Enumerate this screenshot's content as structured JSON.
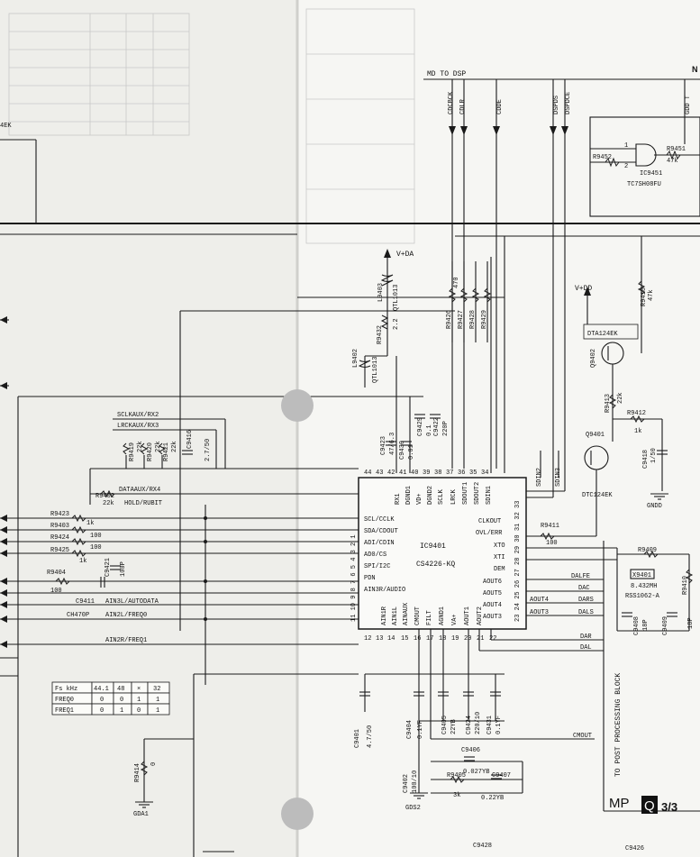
{
  "header": {
    "to_dsp": "MD  TO DSP",
    "top_right": "N"
  },
  "top_bus_labels": [
    "CDCBCK",
    "CDLR",
    "CDDE",
    "DSPDS",
    "DSPDCE",
    "GDD T"
  ],
  "left_edge_label": "4EK",
  "ic9451": {
    "name": "IC9451",
    "part": "TC7SH08FU",
    "r1": "R9452",
    "r2": "R9451",
    "r2_val": "47k",
    "pin1": "1",
    "pin2": "2"
  },
  "power": {
    "vdda": "V+DA",
    "vdd": "V+DD",
    "gndd": "GNDD",
    "gda1": "GDA1",
    "gds2": "GDS2"
  },
  "ic9401": {
    "name": "IC9401",
    "part": "CS4226-KQ",
    "left_pins": [
      "SCL/CCLK",
      "SDA/CDOUT",
      "ADI/CDIN",
      "AD0/CS",
      "SPI/I2C",
      "PDN",
      "AIN3R/AUDIO"
    ],
    "left_pin_nums": "11 10 9 8 7 6 5 4 3 2 1",
    "bottom_pins": [
      "AIN1R",
      "AIN1L",
      "AINAUX",
      "CMOUT",
      "FILT",
      "AGND1",
      "VA+",
      "AOUT1",
      "AOUT2"
    ],
    "bottom_nums": [
      "12",
      "13",
      "14",
      "15",
      "16",
      "17",
      "18",
      "19",
      "20",
      "21",
      "22"
    ],
    "top_pins": [
      "RX1",
      "DGND1",
      "VD+",
      "DGND2",
      "SCLK",
      "LRCK",
      "SDOUT1",
      "SDOUT2",
      "SDIN1"
    ],
    "top_nums": [
      "44",
      "43",
      "42",
      "41",
      "40",
      "39",
      "38",
      "37",
      "36",
      "35",
      "34"
    ],
    "right_pins": [
      "CLKOUT",
      "OVL/ERR",
      "XTO",
      "XTI",
      "DEM",
      "AOUT6",
      "AOUT5",
      "AOUT4",
      "AOUT3"
    ],
    "right_nums": "23 24 25 26 27 28 29 30 31 32 33"
  },
  "resistors_top": [
    "R9426",
    "R9427",
    "R9428",
    "R9429"
  ],
  "resistors_top_val": "470",
  "l9403": {
    "name": "L9403",
    "part": "QTL1013"
  },
  "r9432": {
    "name": "R9432",
    "val": "2.2"
  },
  "l9402": {
    "name": "L9402",
    "part": "QTL1013"
  },
  "caps_top": [
    {
      "name": "C9423",
      "val": "47/6.3"
    },
    {
      "name": "C9430",
      "val": "0.01"
    },
    {
      "name": "C9429",
      "val": "0.1"
    },
    {
      "name": "C9422",
      "val": "220P"
    }
  ],
  "left_nets": [
    "SCLKAUX/RX2",
    "LRCKAUX/RX3",
    "DATAAUX/RX4",
    "HOLD/RUBIT",
    "AIN3L/AUTODATA",
    "AIN2L/FREQ0",
    "AIN2R/FREQ1"
  ],
  "left_parts": {
    "r9419": "R9419",
    "r9419_val": "22k",
    "r9420": "R9420",
    "r9420_val": "22k",
    "r9421": "R9421",
    "r9421_val": "22k",
    "c9416": "C9416",
    "c9416_val": "2.7/50",
    "r9402": "R9402",
    "r9402_val": "22k",
    "r9423": "R9423",
    "r9423_val": "1k",
    "r9403": "R9403",
    "r9403_val": "100",
    "r9424": "R9424",
    "r9424_val": "100",
    "r9425": "R9425",
    "r9425_val": "1k",
    "c9421": "C9421",
    "c9421_val": "100P",
    "r9404": "R9404",
    "r9404_val": "100",
    "c9411": "C9411",
    "c9411_val": "CH470P"
  },
  "right_parts": {
    "r9410": "R9410",
    "r9410_val": "47k",
    "q9402": "Q9402",
    "q9402_part": "DTA124EK",
    "r9413": "R9413",
    "r9413_val": "22k",
    "r9412": "R9412",
    "r9412_val": "1k",
    "q9401": "Q9401",
    "q9401_part": "DTC124EK",
    "c9418": "C9418",
    "c9418_val": "1/50",
    "r9411": "R9411",
    "r9411_val": "100",
    "r9409": "R9409",
    "x9401": "X9401",
    "x9401_val": "8.432MH",
    "x9401_part": "RSS1062-A",
    "r9410b": "R9410",
    "c9408": "C9408",
    "c9408_val": "18P",
    "c9409": "C9409",
    "c9409_val": "18P"
  },
  "sdin_labels": [
    "SDIN2",
    "SDIN3"
  ],
  "output_nets": [
    "DALFE",
    "DAC",
    "DARS",
    "DALS",
    "DAR",
    "DAL"
  ],
  "aout_labels": [
    "AOUT4",
    "AOUT3"
  ],
  "bottom_parts": {
    "c9401": "C9401",
    "c9401_val": "4.7/50",
    "c9404": "C9404",
    "c9404_val": "0.1YF",
    "c9402": "C9402",
    "c9402_val": "100/10",
    "c9405": "C9405",
    "c9405_val": "22YB",
    "c9424": "C9424",
    "c9424_val": "220/10",
    "c9431": "C9431",
    "c9431_val": "0.1YF",
    "c9406": "C9406",
    "c9406_val": "0.027YB",
    "r9405": "R9405",
    "r9405_val": "3k",
    "c9407": "C9407",
    "c9407_val": "0.22YB",
    "r9414": "R9414",
    "r9414_val": "0"
  },
  "cmout_label": "CMOUT",
  "post_block": "TO POST PROCESSING BLOCK",
  "footer": {
    "mp": "MP",
    "q": "Q",
    "page": "3/3",
    "c9426": "C9426",
    "c9428": "C9428"
  },
  "freq_table": {
    "header": [
      "Fs kHz",
      "44.1",
      "48",
      "×",
      "32"
    ],
    "rows": [
      [
        "FREQ0",
        "0",
        "0",
        "1",
        "1"
      ],
      [
        "FREQ1",
        "0",
        "1",
        "0",
        "1"
      ]
    ]
  }
}
